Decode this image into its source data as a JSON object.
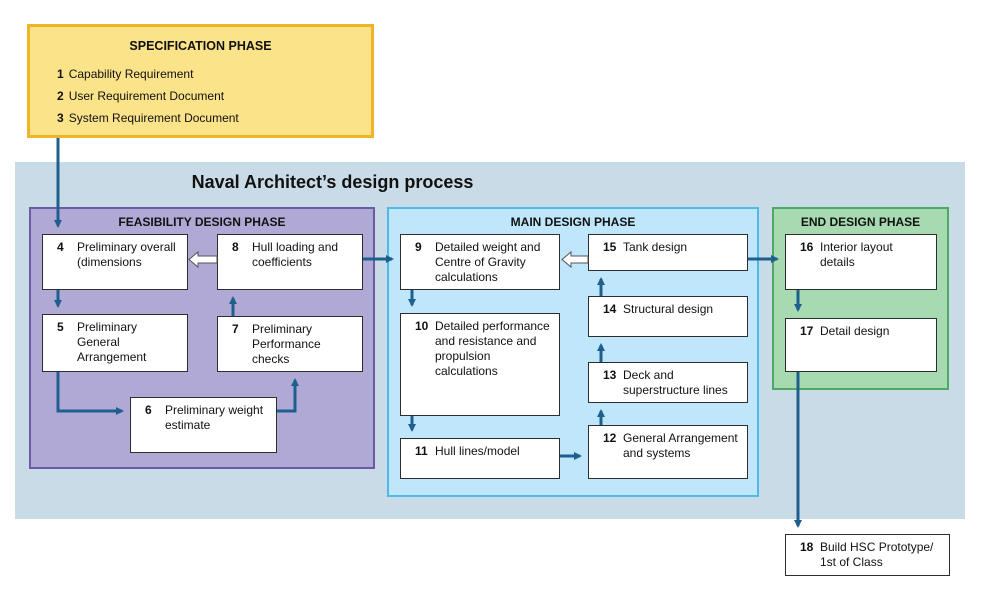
{
  "spec": {
    "title": "SPECIFICATION PHASE",
    "items": [
      {
        "num": "1",
        "label": "Capability Requirement"
      },
      {
        "num": "2",
        "label": "User Requirement Document"
      },
      {
        "num": "3",
        "label": "System Requirement Document"
      }
    ]
  },
  "main_title": "Naval Architect’s design process",
  "phases": {
    "feasibility": "FEASIBILITY DESIGN PHASE",
    "main": "MAIN DESIGN PHASE",
    "end": "END DESIGN PHASE"
  },
  "steps": {
    "s4": {
      "num": "4",
      "label": "Preliminary overall (dimensions"
    },
    "s5": {
      "num": "5",
      "label": "Preliminary General Arrangement"
    },
    "s6": {
      "num": "6",
      "label": "Preliminary weight estimate"
    },
    "s7": {
      "num": "7",
      "label": "Preliminary Performance checks"
    },
    "s8": {
      "num": "8",
      "label": "Hull loading and coefficients"
    },
    "s9": {
      "num": "9",
      "label": "Detailed weight and Centre of Gravity calculations"
    },
    "s10": {
      "num": "10",
      "label": "Detailed performance and resistance and propulsion calculations"
    },
    "s11": {
      "num": "11",
      "label": "Hull lines/model"
    },
    "s12": {
      "num": "12",
      "label": "General Arrangement and systems"
    },
    "s13": {
      "num": "13",
      "label": "Deck and superstructure lines"
    },
    "s14": {
      "num": "14",
      "label": "Structural design"
    },
    "s15": {
      "num": "15",
      "label": "Tank design"
    },
    "s16": {
      "num": "16",
      "label": "Interior layout details"
    },
    "s17": {
      "num": "17",
      "label": "Detail design"
    },
    "s18": {
      "num": "18",
      "label": "Build HSC Prototype/ 1st of Class"
    }
  },
  "colors": {
    "arrow": "#1f5f8e",
    "spec_fill": "#fbe38a",
    "feasibility_fill": "#b1a9d5",
    "main_fill": "#bfe6fa",
    "end_fill": "#a7dab0",
    "background_panel": "#c9dbe6"
  }
}
